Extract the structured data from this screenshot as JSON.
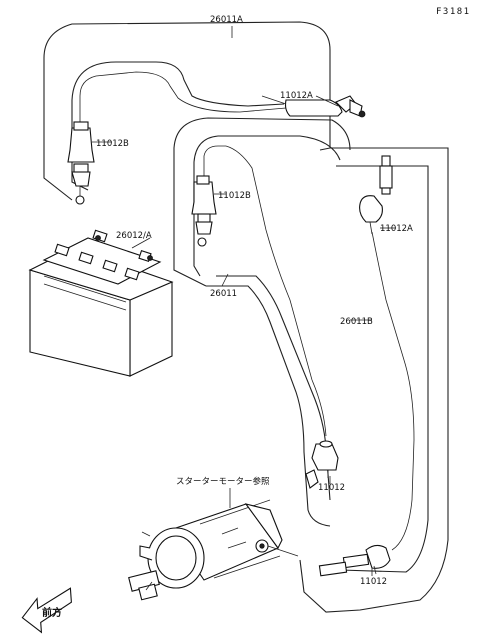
{
  "figure_code": "F3181",
  "labels": {
    "cable_main": "26011A",
    "cable_mid": "26011",
    "cable_right": "26011B",
    "battery": "26012/A",
    "boot_a_top": "11012A",
    "boot_b_top": "11012B",
    "boot_b_mid": "11012B",
    "boot_a_right": "11012A",
    "cap_mid": "11012",
    "cap_bottom": "11012",
    "starter_ref": "スターターモーター参照",
    "front_mark": "前方"
  }
}
